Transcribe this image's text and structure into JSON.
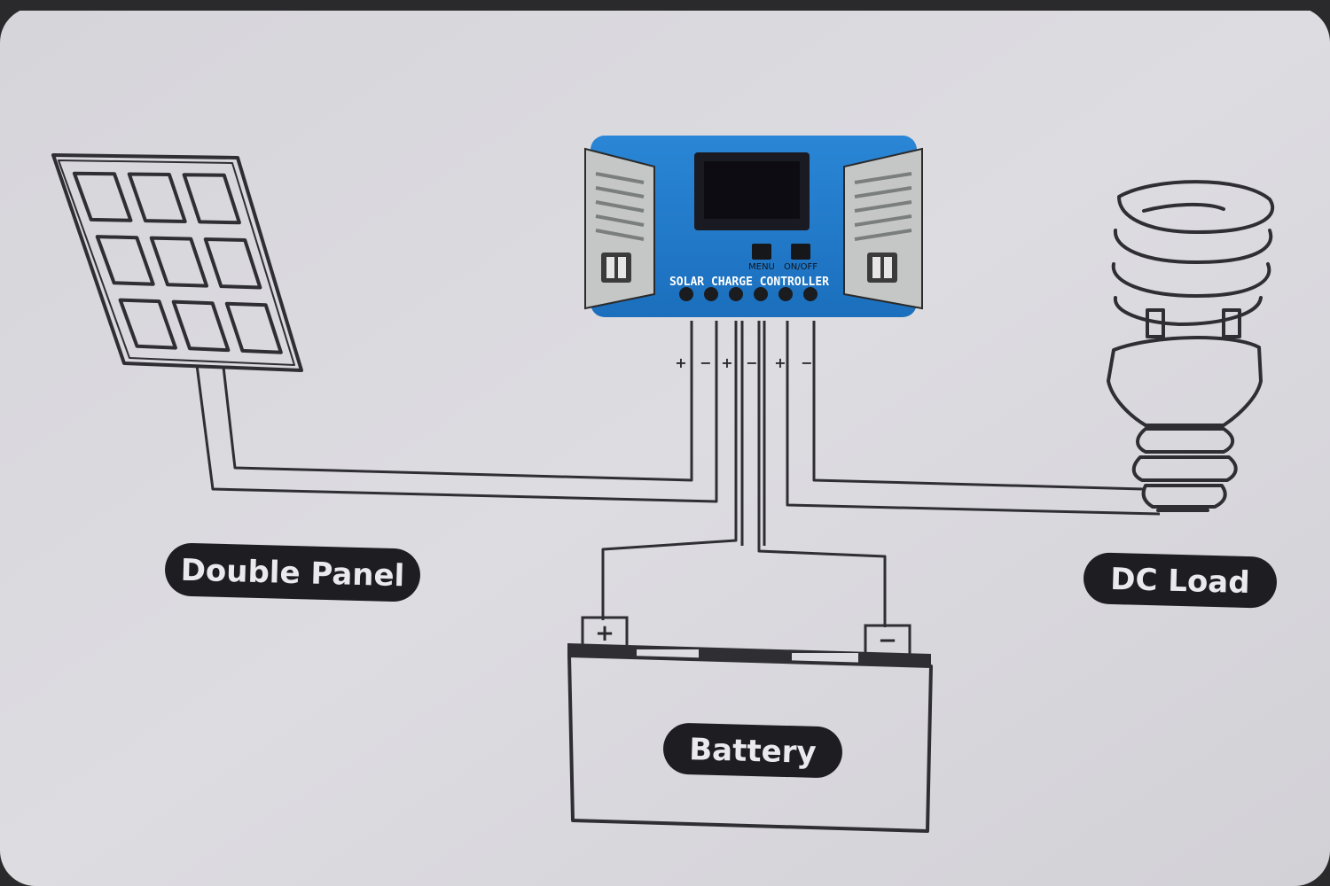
{
  "controller": {
    "title": "SOLAR CHARGE CONTROLLER",
    "menu_label": "MENU",
    "onoff_label": "ON/OFF",
    "body_color": "#1f77c8",
    "screen_color": "#0c0c12"
  },
  "terminal_polarity": [
    "+",
    "−",
    "+",
    "−",
    "+",
    "−"
  ],
  "labels": {
    "panel": "Double Panel",
    "load": "DC Load",
    "battery": "Battery"
  },
  "battery_terminals": {
    "positive": "+",
    "negative": "−"
  },
  "colors": {
    "background": "#dad9de",
    "pill": "#1e1e22",
    "line": "#2f2f33"
  }
}
